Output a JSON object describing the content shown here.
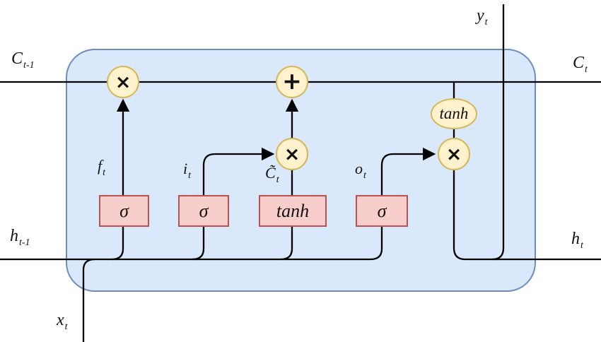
{
  "diagram_type": "LSTM recurrent cell",
  "colors": {
    "cell_fill": "#dae8fc",
    "cell_stroke": "#6c8ebf",
    "operator_fill": "#fff2cc",
    "operator_stroke": "#d6b656",
    "gate_fill": "#f8cecc",
    "gate_stroke": "#b85450",
    "wire": "#000000"
  },
  "labels": {
    "cell_state_in": {
      "base": "C",
      "sub": "t-1"
    },
    "cell_state_out": {
      "base": "C",
      "sub": "t"
    },
    "hidden_state_in": {
      "base": "h",
      "sub": "t-1"
    },
    "hidden_state_out": {
      "base": "h",
      "sub": "t"
    },
    "input": {
      "base": "x",
      "sub": "t"
    },
    "output": {
      "base": "y",
      "sub": "t"
    },
    "forget_signal": {
      "base": "f",
      "sub": "t"
    },
    "input_signal": {
      "base": "i",
      "sub": "t"
    },
    "candidate_signal": {
      "base": "C̃",
      "sub": "t"
    },
    "output_signal": {
      "base": "o",
      "sub": "t"
    }
  },
  "gates": [
    {
      "name": "forget-gate",
      "symbol": "σ"
    },
    {
      "name": "input-gate",
      "symbol": "σ"
    },
    {
      "name": "candidate-layer",
      "symbol": "tanh"
    },
    {
      "name": "output-gate",
      "symbol": "σ"
    }
  ],
  "operators": {
    "multiply": "×",
    "add": "+",
    "tanh": "tanh"
  }
}
